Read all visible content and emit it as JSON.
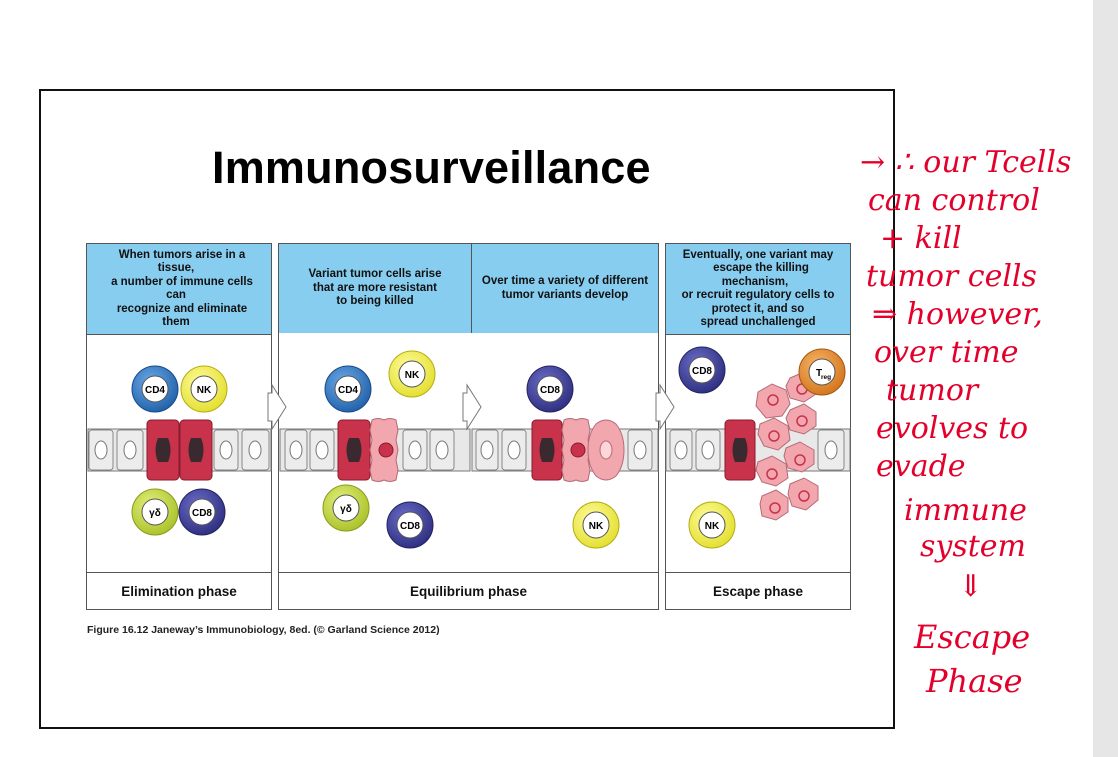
{
  "title": "Immunosurveillance",
  "panels": [
    {
      "header": "When tumors arise in a tissue, a number of immune cells can recognize and eliminate them",
      "header_lines": [
        "When tumors arise in a tissue,",
        "a number of immune cells can",
        "recognize and eliminate them"
      ]
    },
    {
      "header_lines": [
        "Variant tumor cells arise",
        "that are more resistant",
        "to being killed"
      ]
    },
    {
      "header_lines": [
        "Over time a variety of different",
        "tumor variants develop"
      ]
    },
    {
      "header_lines": [
        "Eventually, one variant may",
        "escape the killing mechanism,",
        "or recruit regulatory cells to",
        "protect it, and so",
        "spread unchallenged"
      ]
    }
  ],
  "phases": {
    "elimination": "Elimination phase",
    "equilibrium": "Equilibrium phase",
    "escape": "Escape phase"
  },
  "cells": {
    "cd4": "CD4",
    "nk": "NK",
    "cd8": "CD8",
    "gd": "γδ",
    "treg_main": "T",
    "treg_sub": "reg"
  },
  "caption": "Figure 16.12 Janeway’s Immunobiology, 8ed. (© Garland Science 2012)",
  "handwriting": [
    "→ ∴ our Tcells",
    "can control",
    "+ kill",
    "tumor cells",
    "⇒ however,",
    "over time",
    "tumor",
    "evolves to",
    "evade",
    "immune",
    "system",
    "⇓",
    "Escape",
    "Phase"
  ],
  "colors": {
    "header_blue": "#87cdf0",
    "ink_red": "#e3002b",
    "cd4": "#2f78c4",
    "nk": "#f6f25a",
    "cd8": "#3d3f9a",
    "gd": "#c4d93b",
    "treg": "#e4892a",
    "tumor": "#c8324b",
    "variant": "#f2a6ae"
  }
}
